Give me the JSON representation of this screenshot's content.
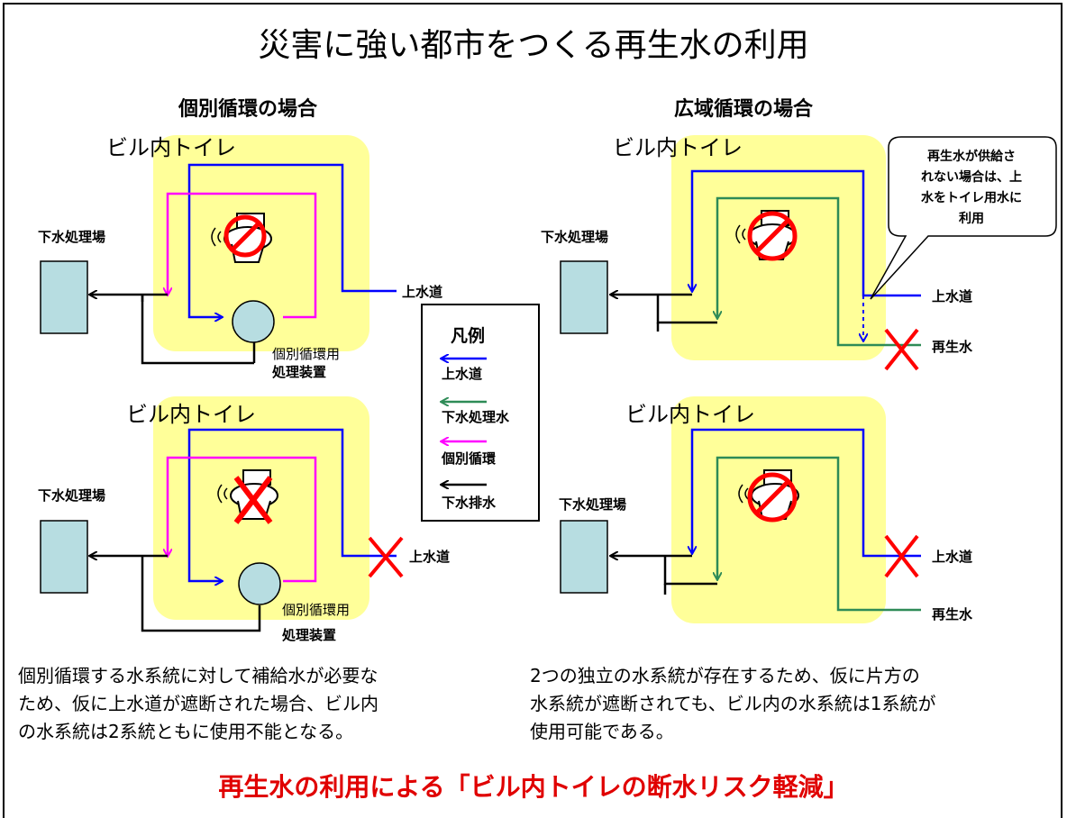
{
  "title": "災害に強い都市をつくる再生水の利用",
  "left": {
    "heading": "個別循環の場合",
    "top": {
      "building": "ビル内トイレ",
      "plant": "下水処理場",
      "supply": "上水道",
      "device_line1": "個別循環用",
      "device_line2": "処理装置"
    },
    "bottom": {
      "building": "ビル内トイレ",
      "plant": "下水処理場",
      "supply": "上水道",
      "device_line1": "個別循環用",
      "device_line2": "処理装置"
    },
    "description": [
      "個別循環する水系統に対して補給水が必要な",
      "ため、仮に上水道が遮断された場合、ビル内",
      "の水系統は2系統ともに使用不能となる。"
    ]
  },
  "right": {
    "heading": "広域循環の場合",
    "top": {
      "building": "ビル内トイレ",
      "plant": "下水処理場",
      "supply": "上水道",
      "reclaimed": "再生水",
      "callout": [
        "再生水が供給さ",
        "れない場合は、上",
        "水をトイレ用水に",
        "利用"
      ]
    },
    "bottom": {
      "building": "ビル内トイレ",
      "plant": "下水処理場",
      "supply": "上水道",
      "reclaimed": "再生水"
    },
    "description": [
      "2つの独立の水系統が存在するため、仮に片方の",
      "水系統が遮断されても、ビル内の水系統は1系統が",
      "使用可能である。"
    ]
  },
  "legend": {
    "title": "凡例",
    "items": [
      {
        "label": "上水道",
        "color": "#0000ff"
      },
      {
        "label": "下水処理水",
        "color": "#2e8b57"
      },
      {
        "label": "個別循環",
        "color": "#ff00ff"
      },
      {
        "label": "下水排水",
        "color": "#000000"
      }
    ]
  },
  "conclusion": "再生水の利用による「ビル内トイレの断水リスク軽減」",
  "colors": {
    "zone": "#ffff99",
    "tank": "#b7dde1",
    "cross": "#ff0000",
    "blue": "#0000ff",
    "green": "#2e8b57",
    "magenta": "#ff00ff"
  }
}
